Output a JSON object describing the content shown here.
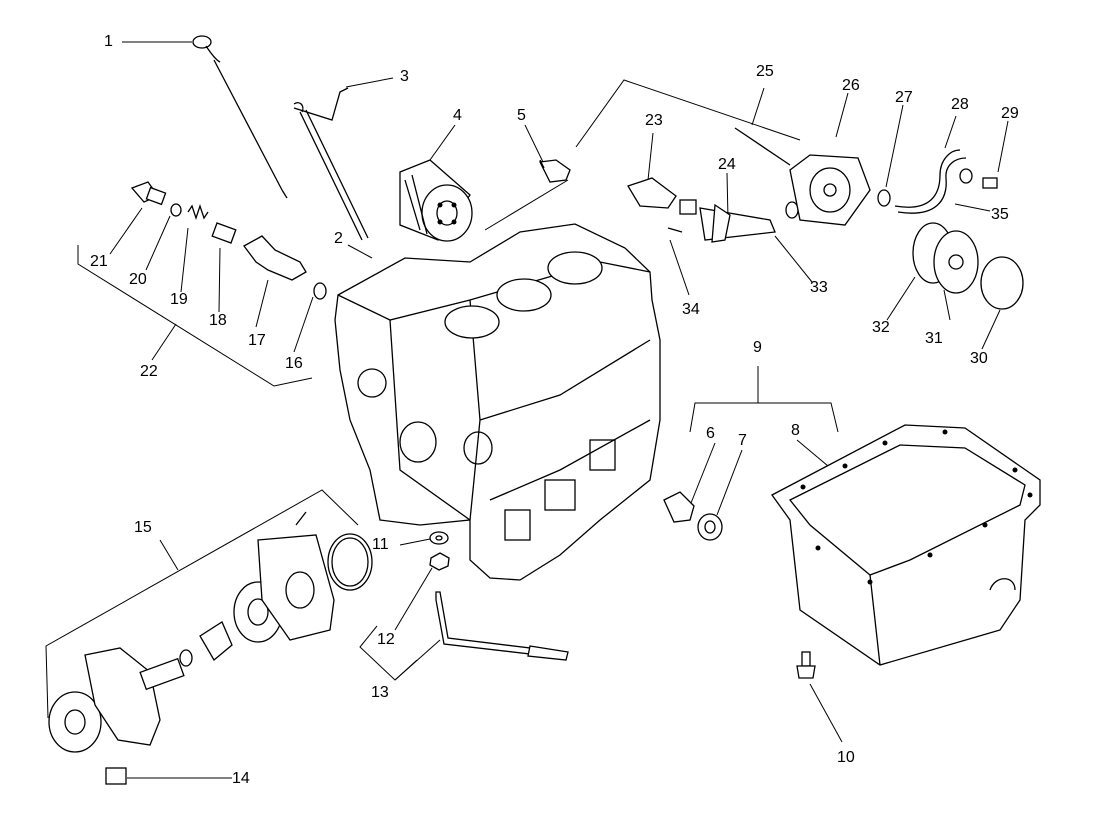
{
  "labels": {
    "n1": "1",
    "n2": "2",
    "n3": "3",
    "n4": "4",
    "n5": "5",
    "n6": "6",
    "n7": "7",
    "n8": "8",
    "n9": "9",
    "n10": "10",
    "n11": "11",
    "n12": "12",
    "n13": "13",
    "n14": "14",
    "n15": "15",
    "n16": "16",
    "n17": "17",
    "n18": "18",
    "n19": "19",
    "n20": "20",
    "n21": "21",
    "n22": "22",
    "n23": "23",
    "n24": "24",
    "n25": "25",
    "n26": "26",
    "n27": "27",
    "n28": "28",
    "n29": "29",
    "n30": "30",
    "n31": "31",
    "n32": "32",
    "n33": "33",
    "n34": "34",
    "n35": "35"
  },
  "colors": {
    "ink": "#000000",
    "paper": "#ffffff"
  }
}
